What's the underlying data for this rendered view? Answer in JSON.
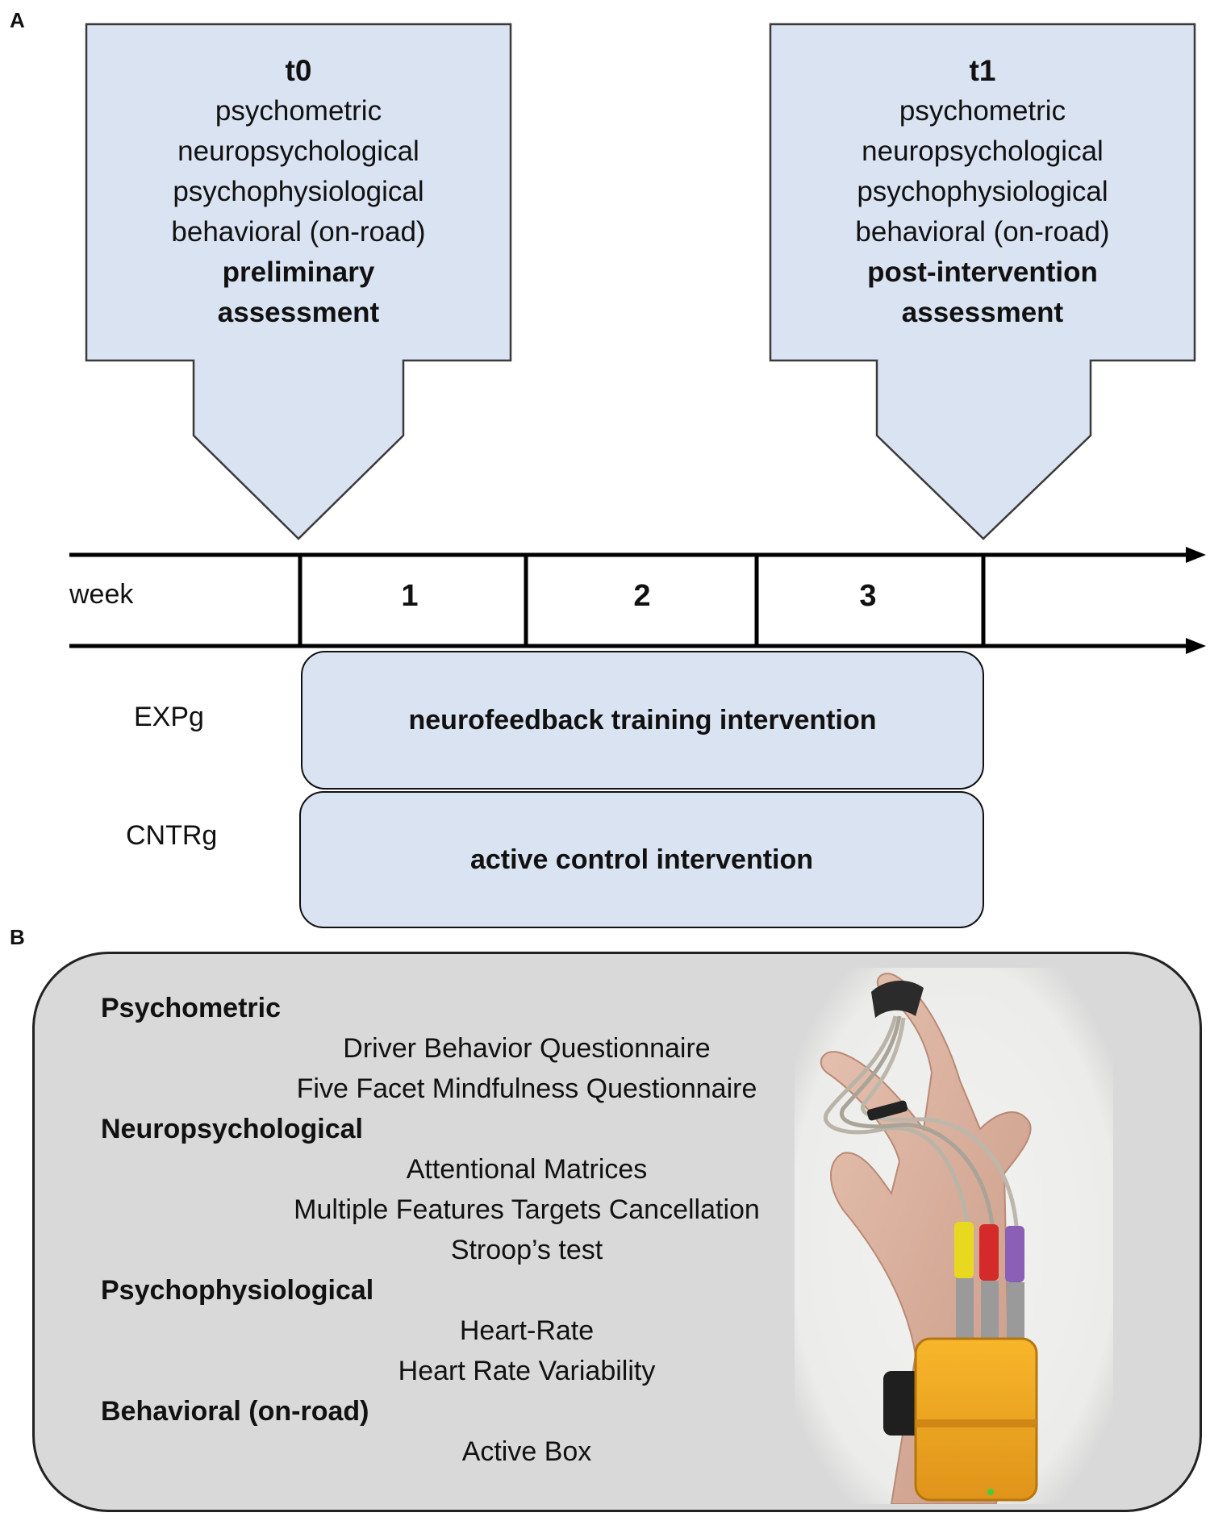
{
  "panel_labels": {
    "a": "A",
    "b": "B"
  },
  "timepoints": [
    {
      "title": "t0",
      "measures": [
        "psychometric",
        "neuropsychological",
        "psychophysiological",
        "behavioral (on-road)"
      ],
      "assessment": [
        "preliminary",
        "assessment"
      ]
    },
    {
      "title": "t1",
      "measures": [
        "psychometric",
        "neuropsychological",
        "psychophysiological",
        "behavioral (on-road)"
      ],
      "assessment": [
        "post-intervention",
        "assessment"
      ]
    }
  ],
  "timeline": {
    "label": "week",
    "weeks": [
      "1",
      "2",
      "3"
    ]
  },
  "groups": [
    {
      "label": "EXPg",
      "intervention": "neurofeedback training intervention"
    },
    {
      "label": "CNTRg",
      "intervention": "active control intervention"
    }
  ],
  "measures": [
    {
      "category": "Psychometric",
      "items": [
        "Driver Behavior Questionnaire",
        "Five Facet Mindfulness Questionnaire"
      ]
    },
    {
      "category": "Neuropsychological",
      "items": [
        "Attentional Matrices",
        "Multiple Features Targets Cancellation",
        "Stroop’s test"
      ]
    },
    {
      "category": "Psychophysiological",
      "items": [
        "Heart-Rate",
        "Heart Rate Variability"
      ]
    },
    {
      "category": "Behavioral (on-road)",
      "items": [
        "Active Box"
      ]
    }
  ],
  "colors": {
    "box_fill": "#dae3f2",
    "panel_fill": "#d9d9d9",
    "device": "#f2a81d"
  }
}
